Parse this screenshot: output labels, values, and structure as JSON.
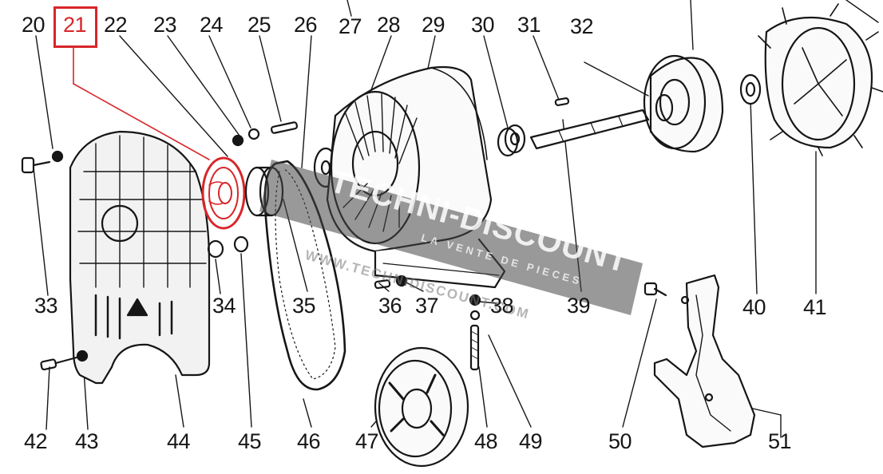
{
  "diagram": {
    "highlight_color": "#d8262a",
    "ink_color": "#161616",
    "highlighted_part": "21",
    "top_labels": [
      "20",
      "21",
      "22",
      "23",
      "24",
      "25",
      "26",
      "27",
      "28",
      "29",
      "30",
      "31",
      "32"
    ],
    "side_labels": [
      "33",
      "34",
      "35",
      "36",
      "37",
      "38",
      "39",
      "40",
      "41"
    ],
    "bottom_labels": [
      "42",
      "43",
      "44",
      "45",
      "46",
      "47",
      "48",
      "49",
      "50",
      "51"
    ],
    "watermark": {
      "brand": "TECHNI-DISCOUNT",
      "tagline": "LA VENTE DE PIECES",
      "url": "WWW.TECHNIDISCOUNT.COM"
    }
  }
}
